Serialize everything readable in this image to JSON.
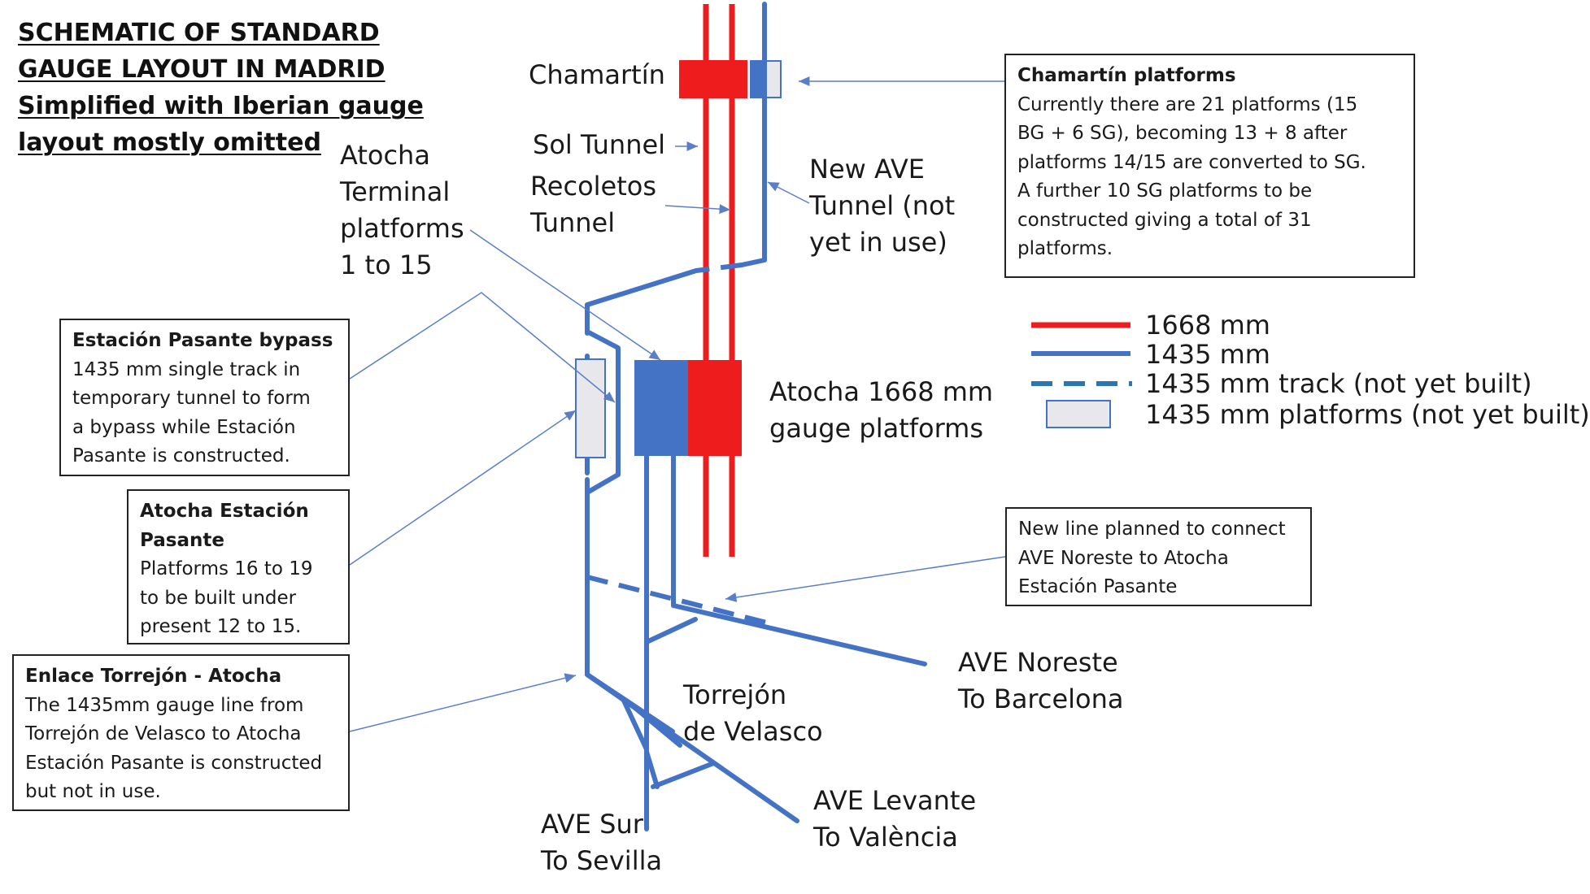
{
  "title_lines": [
    "SCHEMATIC OF STANDARD ",
    "GAUGE LAYOUT IN MADRID",
    "Simplified with Iberian gauge ",
    "layout mostly omitted "
  ],
  "labels": {
    "chamartin": "Chamartín",
    "sol_tunnel": "Sol Tunnel",
    "recoletos_tunnel": [
      "Recoletos",
      "Tunnel"
    ],
    "atocha_terminal": [
      "Atocha",
      "Terminal",
      "platforms",
      "1 to 15"
    ],
    "new_ave_tunnel": [
      "New AVE",
      "Tunnel (not",
      "yet in use)"
    ],
    "atocha_1668": [
      "Atocha 1668 mm",
      "gauge platforms"
    ],
    "ave_noreste": [
      "AVE Noreste",
      "To Barcelona"
    ],
    "torrejon": [
      "Torrejón",
      "de Velasco"
    ],
    "ave_levante": [
      "AVE Levante",
      "To València"
    ],
    "ave_sur": [
      "AVE Sur",
      "To Sevilla"
    ]
  },
  "boxes": {
    "chamartin_platforms": {
      "title": "Chamartín platforms",
      "lines": [
        "Currently there are  21 platforms  (15",
        "BG + 6 SG), becoming 13 + 8 after",
        "platforms 14/15 are converted to SG.",
        "A further 10 SG platforms to be",
        "constructed giving a total of 31",
        "platforms."
      ]
    },
    "pasante_bypass": {
      "title": "Estación Pasante bypass",
      "lines": [
        "1435 mm single track in",
        "temporary tunnel to form",
        "a bypass while Estación",
        "Pasante is constructed."
      ]
    },
    "atocha_pasante": {
      "title_lines": [
        "Atocha Estación",
        "Pasante"
      ],
      "lines": [
        "Platforms 16 to 19",
        "to be built under",
        "present 12 to 15."
      ]
    },
    "enlace": {
      "title": "Enlace Torrejón - Atocha",
      "lines": [
        "The 1435mm gauge line from",
        "Torrejón de Velasco to Atocha",
        "Estación Pasante is constructed",
        "but not in use."
      ]
    },
    "new_line": {
      "lines": [
        "New line planned to connect",
        "AVE Noreste to Atocha",
        "Estación Pasante"
      ]
    }
  },
  "legend": [
    {
      "text": "1668 mm",
      "style": "solid",
      "color": "#ee1c1c"
    },
    {
      "text": "1435 mm",
      "style": "solid",
      "color": "#4472c4"
    },
    {
      "text": "1435 mm track (not yet built)",
      "style": "dashed",
      "color": "#2e75b6"
    },
    {
      "text": "1435 mm platforms (not yet built)",
      "style": "box",
      "color": "#4472c4"
    }
  ],
  "colors": {
    "iberian": "#ee1c1c",
    "standard": "#4472c4",
    "platform_fill": "#e8e8ec",
    "pointer": "#5b7fc7"
  }
}
